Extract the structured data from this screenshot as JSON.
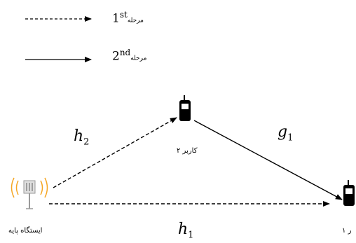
{
  "legend": {
    "stage1": {
      "base": "1",
      "sup": "st",
      "word": "مرحله"
    },
    "stage2": {
      "base": "2",
      "sup": "nd",
      "word": "مرحله"
    }
  },
  "channels": {
    "h2": {
      "sym": "h",
      "sub": "2"
    },
    "g1": {
      "sym": "g",
      "sub": "1"
    },
    "h1": {
      "sym": "h",
      "sub": "1"
    }
  },
  "nodes": {
    "base_station": "ایستگاه پایه",
    "user2": "کاربر ۲",
    "user1": "۱ ر"
  },
  "colors": {
    "line": "#000000",
    "signal": "#f5a623",
    "phone": "#000000"
  },
  "icons": {
    "base_station": "base-station-icon",
    "user2": "mobile-phone-icon",
    "user1": "mobile-phone-icon"
  }
}
